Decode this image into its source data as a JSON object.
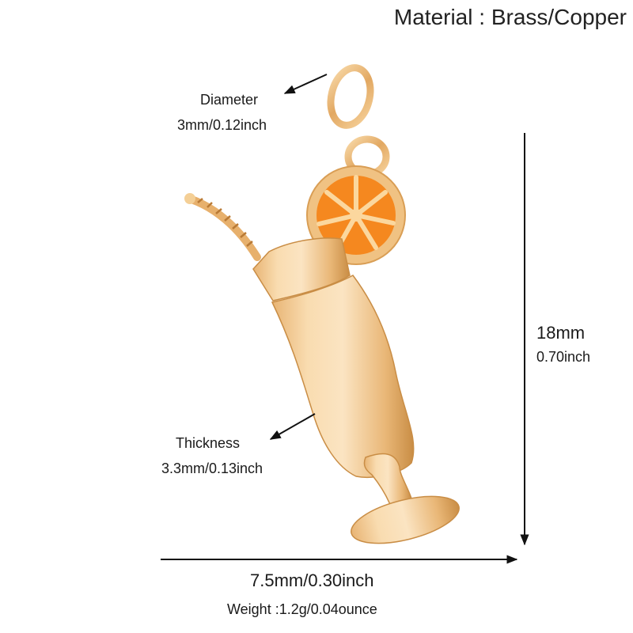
{
  "material": "Material : Brass/Copper",
  "diameter": {
    "label": "Diameter",
    "value": "3mm/0.12inch"
  },
  "thickness": {
    "label": "Thickness",
    "value": "3.3mm/0.13inch"
  },
  "height": {
    "mm": "18mm",
    "inch": "0.70inch"
  },
  "width": {
    "value": "7.5mm/0.30inch"
  },
  "weight": "Weight :1.2g/0.04ounce",
  "colors": {
    "gold": "#f2c98d",
    "gold_dark": "#c98d45",
    "orange": "#f5881f"
  }
}
